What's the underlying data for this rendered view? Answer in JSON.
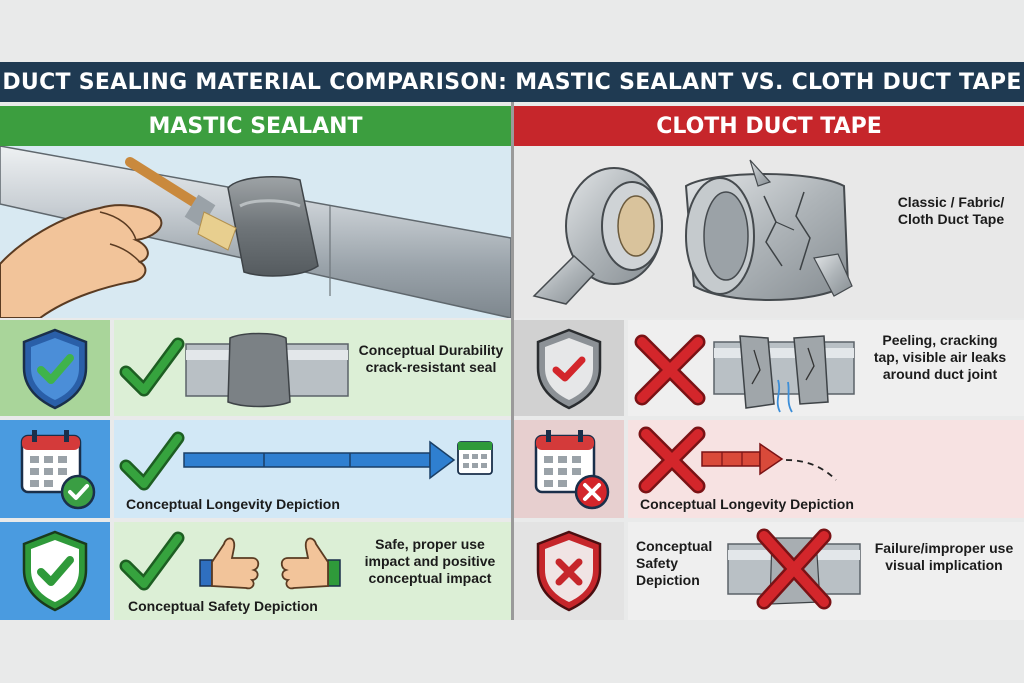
{
  "title": "DUCT SEALING MATERIAL COMPARISON: MASTIC SEALANT VS. CLOTH DUCT TAPE",
  "left": {
    "header": "MASTIC SEALANT",
    "durability": {
      "line1": "Conceptual Durability",
      "line2": "crack-resistant seal"
    },
    "longevity": "Conceptual Longevity Depiction",
    "safety": {
      "caption": "Conceptual Safety Depiction",
      "line1": "Safe, proper use",
      "line2": "impact and positive",
      "line3": "conceptual impact"
    }
  },
  "right": {
    "header": "CLOTH DUCT TAPE",
    "hero_label": {
      "line1": "Classic / Fabric/",
      "line2": "Cloth Duct Tape"
    },
    "durability": {
      "line1": "Peeling, cracking",
      "line2": "tap, visible air leaks",
      "line3": "around duct joint"
    },
    "longevity": "Conceptual Longevity Depiction",
    "safety": {
      "caption1": "Conceptual",
      "caption2": "Safety",
      "caption3": "Depiction",
      "line1": "Failure/improper use",
      "line2": "visual implication"
    }
  },
  "colors": {
    "title_bg": "#1f3a52",
    "mastic_green": "#3c9e3f",
    "tape_red": "#c6262b",
    "check_green": "#2f9a3a",
    "cross_red": "#d3262b",
    "arrow_blue": "#2f7fd0"
  }
}
